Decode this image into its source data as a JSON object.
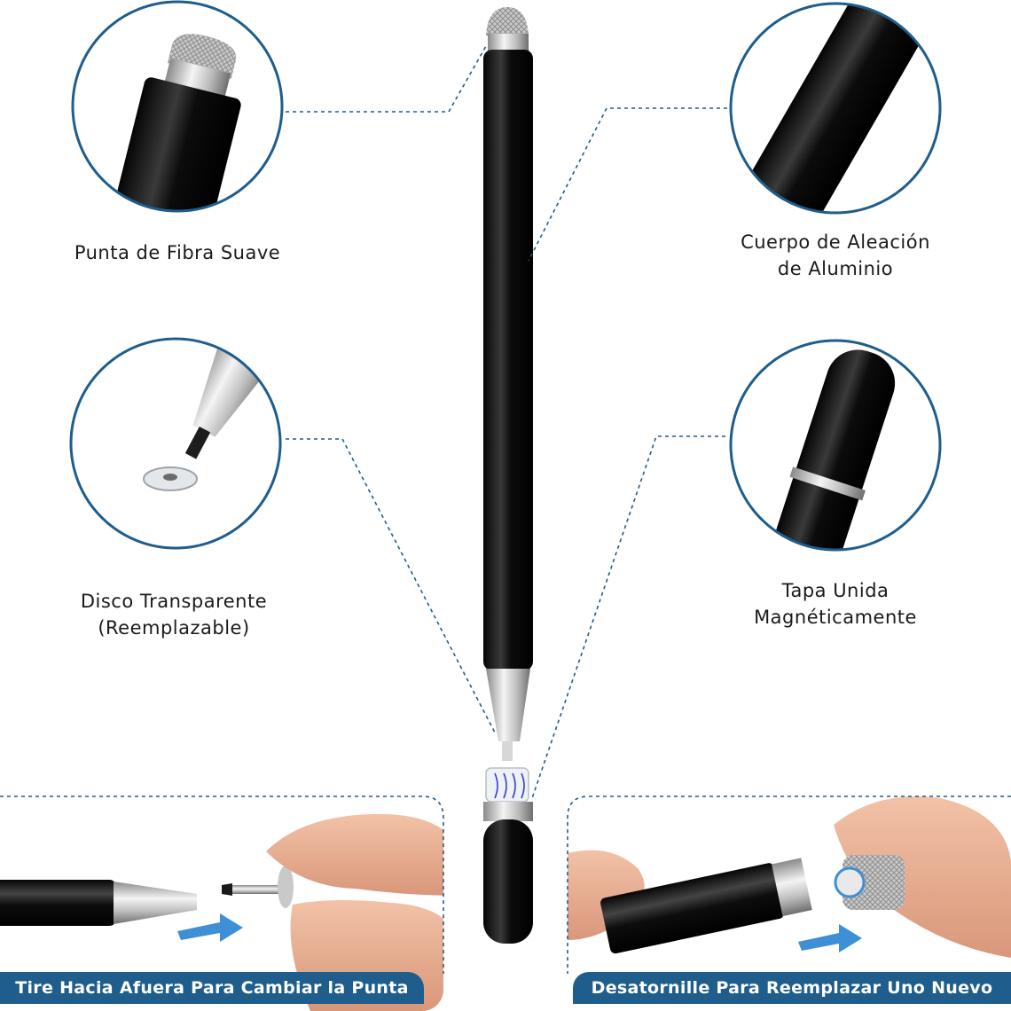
{
  "features": {
    "soft_fiber_tip": "Punta de Fibra Suave",
    "aluminum_body_line1": "Cuerpo de Aleación",
    "aluminum_body_line2": "de Aluminio",
    "transparent_disc_line1": "Disco Transparente",
    "transparent_disc_line2": "(Reemplazable)",
    "magnetic_cap_line1": "Tapa Unida",
    "magnetic_cap_line2": "Magnéticamente"
  },
  "captions": {
    "left": "Tire Hacia Afuera Para Cambiar la Punta",
    "right": "Desatornille Para Reemplazar Uno Nuevo"
  },
  "colors": {
    "accent_blue": "#1e5d8c",
    "arrow_blue": "#3d8fd6",
    "pen_black": "#111111"
  }
}
